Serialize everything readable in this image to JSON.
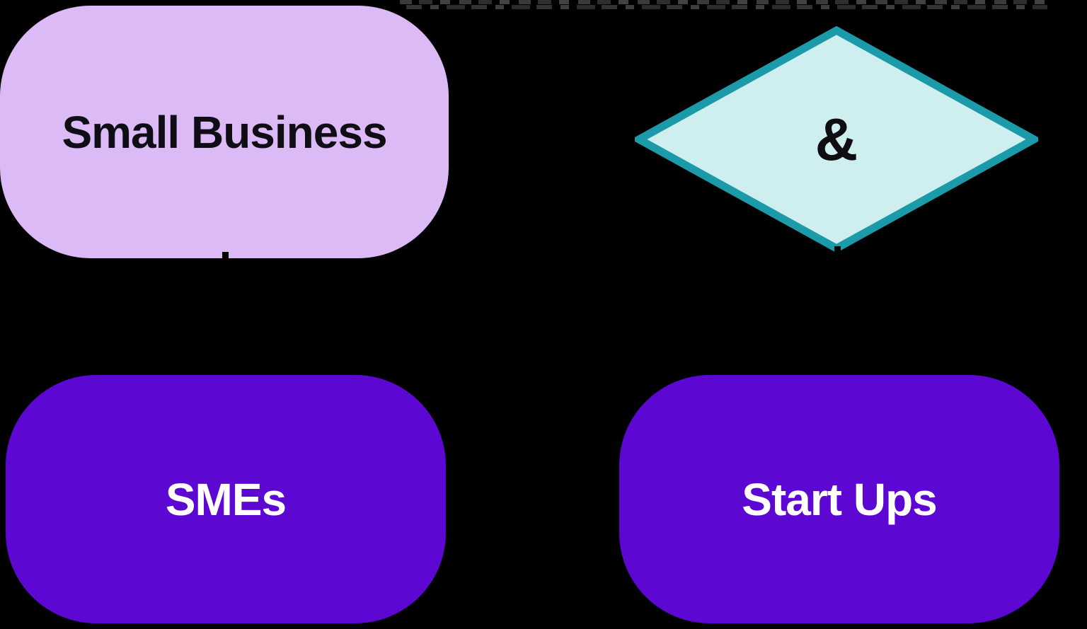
{
  "background_color": "#000000",
  "diagram": {
    "nodes": {
      "small_business": {
        "label": "Small Business",
        "shape": "rounded-rectangle",
        "fill": "#dcbaf5",
        "text_color": "#0e0e14"
      },
      "ampersand": {
        "label": "&",
        "shape": "diamond",
        "fill": "#cfeef0",
        "border_color": "#1b9aa9",
        "text_color": "#0d0d12"
      },
      "smes": {
        "label": "SMEs",
        "shape": "rounded-rectangle",
        "fill": "#5c07d2",
        "text_color": "#ffffff"
      },
      "startups": {
        "label": "Start Ups",
        "shape": "rounded-rectangle",
        "fill": "#5c07d2",
        "text_color": "#ffffff"
      }
    },
    "connectors": {
      "color": "#000000",
      "edges": [
        {
          "from": "small_business",
          "to": "smes",
          "style": "arrow-down"
        },
        {
          "from": "ampersand",
          "to": "startups",
          "style": "arrow-down"
        }
      ]
    }
  }
}
